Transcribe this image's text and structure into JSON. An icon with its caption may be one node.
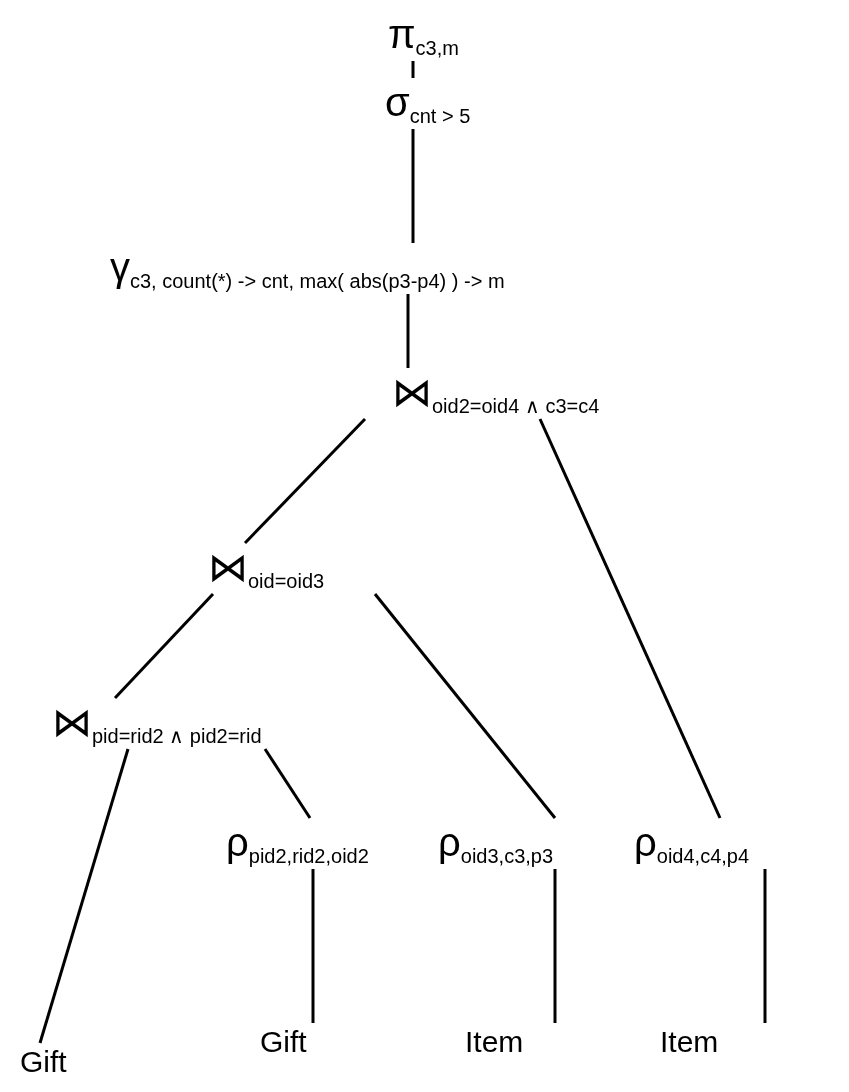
{
  "diagram": {
    "nodes": [
      {
        "text": [
          "π$_{c3,m}$"
        ]
      },
      {
        "text": [
          "σ$_{cnt > 5}$"
        ]
      },
      {
        "text": [
          "γ$_{c3, count(*) -> cnt, max( abs(p3-p4) ) -> m}$"
        ]
      },
      {
        "text": [
          "⋈$_{oid2=oid4 ∧ c3=c4}$"
        ]
      },
      {
        "text": [
          "⋈$_{oid=oid3}$"
        ]
      },
      {
        "text": [
          "⋈$_{pid=rid2 ∧ pid2=rid}$"
        ]
      },
      {
        "text": [
          "ρ$_{pid2,rid2,oid2}$"
        ]
      },
      {
        "text": [
          "ρ$_{oid3,c3,p3}$"
        ]
      },
      {
        "text": [
          "ρ$_{oid4,c4,p4}$"
        ]
      },
      {
        "text": [
          "Gift"
        ]
      },
      {
        "text": [
          "Gift"
        ]
      },
      {
        "text": [
          "Item"
        ]
      },
      {
        "text": [
          "Item"
        ]
      }
    ],
    "edges": [
      {
        "from": 0,
        "to": 1,
        "arrow": "none"
      },
      {
        "from": 1,
        "to": 2,
        "arrow": "none"
      },
      {
        "from": 2,
        "to": 3,
        "arrow": "none"
      },
      {
        "from": 3,
        "to": 4,
        "arrow": "none"
      },
      {
        "from": 3,
        "to": 8,
        "arrow": "none"
      },
      {
        "from": 4,
        "to": 5,
        "arrow": "none"
      },
      {
        "from": 4,
        "to": 7,
        "arrow": "none"
      },
      {
        "from": 5,
        "to": 9,
        "arrow": "none"
      },
      {
        "from": 5,
        "to": 6,
        "arrow": "none"
      },
      {
        "from": 6,
        "to": 10,
        "arrow": "none"
      },
      {
        "from": 7,
        "to": 11,
        "arrow": "none"
      },
      {
        "from": 8,
        "to": 12,
        "arrow": "none"
      }
    ]
  }
}
